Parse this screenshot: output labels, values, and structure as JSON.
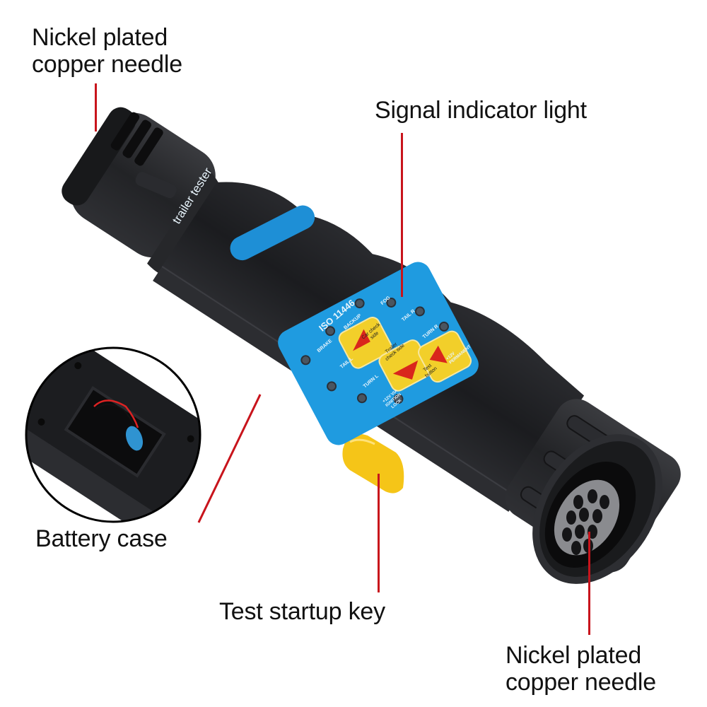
{
  "product": {
    "name_label": "trailer tester",
    "standard_label": "ISO 11446",
    "colors": {
      "body": "#1e1f22",
      "body_highlight": "#3a3c40",
      "panel_blue": "#1f9be0",
      "label_blue": "#1e8fd6",
      "key_yellow": "#f2cf2a",
      "arrow_red": "#d9261c",
      "leader_red": "#c8141c",
      "test_startup_key_yellow": "#f5c518"
    }
  },
  "callouts": {
    "top_connector": {
      "line1": "Nickel plated",
      "line2": "copper needle"
    },
    "signal_light": {
      "text": "Signal indicator light"
    },
    "battery_case": {
      "text": "Battery case"
    },
    "test_startup_key": {
      "text": "Test startup key"
    },
    "bottom_connector": {
      "line1": "Nickel plated",
      "line2": "copper needle"
    }
  },
  "panel": {
    "indicators": [
      {
        "label": "FOG"
      },
      {
        "label": "BACKUP"
      },
      {
        "label": "TAIL R"
      },
      {
        "label": "BRAKE"
      },
      {
        "label": "TURN R"
      },
      {
        "label": "TAIL L"
      },
      {
        "label": "+12V PERMANENT"
      },
      {
        "label": "TURN L"
      },
      {
        "label": "+12V VIA IGNITION LOCK"
      }
    ],
    "keys": [
      {
        "line1": "Car check",
        "line2": "side",
        "arrow": "up"
      },
      {
        "line1": "Trailer",
        "line2": "check side",
        "arrow": "down"
      },
      {
        "line1": "Test",
        "line2": "button",
        "arrow": "left"
      }
    ]
  }
}
